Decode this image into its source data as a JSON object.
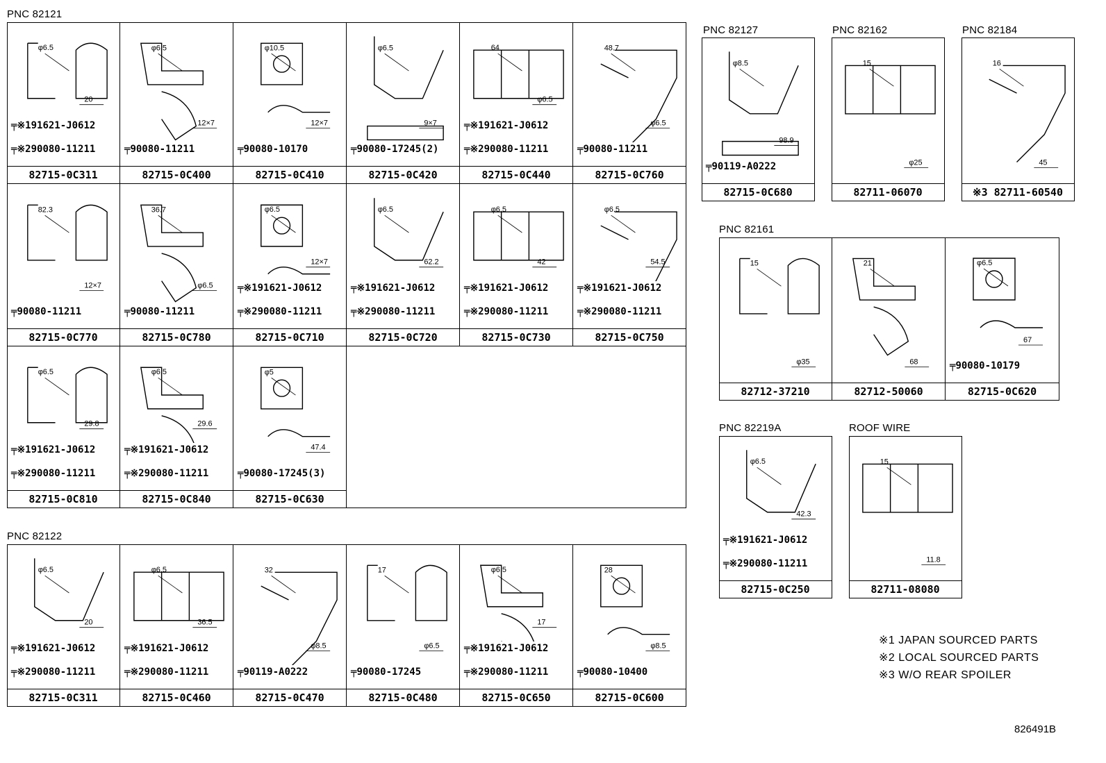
{
  "groups": {
    "g1": {
      "title": "PNC 82121"
    },
    "g2": {
      "title": "PNC 82122"
    },
    "g3": {
      "title": "PNC 82127"
    },
    "g4": {
      "title": "PNC 82162"
    },
    "g5": {
      "title": "PNC 82184"
    },
    "g6": {
      "title": "PNC 82161"
    },
    "g7": {
      "title": "PNC 82219A"
    },
    "g8": {
      "title": "ROOF WIRE"
    }
  },
  "cells": {
    "c1": {
      "part": "82715-0C311",
      "b1": "※191621-J0612",
      "b2": "※290080-11211",
      "d1": "φ6.5",
      "d2": "20"
    },
    "c2": {
      "part": "82715-0C400",
      "b1": "90080-11211",
      "d1": "φ6.5",
      "d2": "12×7"
    },
    "c3": {
      "part": "82715-0C410",
      "b1": "90080-10170",
      "d1": "φ10.5",
      "d2": "12×7"
    },
    "c4": {
      "part": "82715-0C420",
      "b1": "90080-17245(2)",
      "d1": "φ6.5",
      "d2": "9×7"
    },
    "c5": {
      "part": "82715-0C440",
      "b1": "※191621-J0612",
      "b2": "※290080-11211",
      "d1": "64",
      "d2": "φ6.5"
    },
    "c6": {
      "part": "82715-0C760",
      "b1": "90080-11211",
      "d1": "48.7",
      "d2": "φ6.5"
    },
    "c7": {
      "part": "82715-0C770",
      "b1": "90080-11211",
      "d1": "82.3",
      "d2": "12×7"
    },
    "c8": {
      "part": "82715-0C780",
      "b1": "90080-11211",
      "d1": "36.7",
      "d2": "φ6.5"
    },
    "c9": {
      "part": "82715-0C710",
      "b1": "※191621-J0612",
      "b2": "※290080-11211",
      "d1": "φ6.5",
      "d2": "12×7"
    },
    "c10": {
      "part": "82715-0C720",
      "b1": "※191621-J0612",
      "b2": "※290080-11211",
      "d1": "φ6.5",
      "d2": "62.2"
    },
    "c11": {
      "part": "82715-0C730",
      "b1": "※191621-J0612",
      "b2": "※290080-11211",
      "d1": "φ6.5",
      "d2": "42"
    },
    "c12": {
      "part": "82715-0C750",
      "b1": "※191621-J0612",
      "b2": "※290080-11211",
      "d1": "φ6.5",
      "d2": "54.5"
    },
    "c13": {
      "part": "82715-0C810",
      "b1": "※191621-J0612",
      "b2": "※290080-11211",
      "d1": "φ6.5",
      "d2": "29.8"
    },
    "c14": {
      "part": "82715-0C840",
      "b1": "※191621-J0612",
      "b2": "※290080-11211",
      "d1": "φ6.5",
      "d2": "29.6"
    },
    "c15": {
      "part": "82715-0C630",
      "b1": "90080-17245(3)",
      "d1": "φ5",
      "d2": "47.4"
    },
    "c16": {
      "part": "82715-0C311",
      "b1": "※191621-J0612",
      "b2": "※290080-11211",
      "d1": "φ6.5",
      "d2": "20"
    },
    "c17": {
      "part": "82715-0C460",
      "b1": "※191621-J0612",
      "b2": "※290080-11211",
      "d1": "φ6.5",
      "d2": "36.5"
    },
    "c18": {
      "part": "82715-0C470",
      "b1": "90119-A0222",
      "d1": "32",
      "d2": "φ8.5"
    },
    "c19": {
      "part": "82715-0C480",
      "b1": "90080-17245",
      "d1": "17",
      "d2": "φ6.5"
    },
    "c20": {
      "part": "82715-0C650",
      "b1": "※191621-J0612",
      "b2": "※290080-11211",
      "d1": "φ6.5",
      "d2": "17"
    },
    "c21": {
      "part": "82715-0C600",
      "b1": "90080-10400",
      "d1": "28",
      "d2": "φ8.5"
    },
    "c22": {
      "part": "82715-0C680",
      "b1": "90119-A0222",
      "d1": "φ8.5",
      "d2": "98.9"
    },
    "c23": {
      "part": "82711-06070",
      "d1": "15",
      "d2": "φ25"
    },
    "c24": {
      "part": "※3 82711-60540",
      "d1": "16",
      "d2": "45"
    },
    "c25": {
      "part": "82712-37210",
      "d1": "15",
      "d2": "φ35"
    },
    "c26": {
      "part": "82712-50060",
      "d1": "21",
      "d2": "68"
    },
    "c27": {
      "part": "82715-0C620",
      "b1": "90080-10179",
      "d1": "φ6.5",
      "d2": "67"
    },
    "c28": {
      "part": "82715-0C250",
      "b1": "※191621-J0612",
      "b2": "※290080-11211",
      "d1": "φ6.5",
      "d2": "42.3"
    },
    "c29": {
      "part": "82711-08080",
      "d1": "15",
      "d2": "11.8"
    }
  },
  "notes": [
    "※1 JAPAN SOURCED PARTS",
    "※2 LOCAL SOURCED PARTS",
    "※3 W/O REAR SPOILER"
  ],
  "figure_id": "826491B"
}
